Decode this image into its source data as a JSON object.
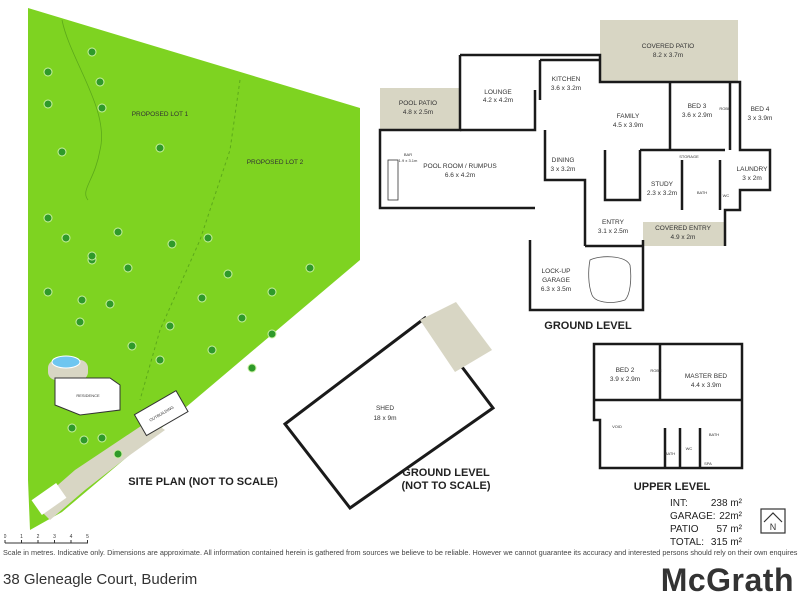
{
  "site_plan": {
    "heading": "SITE PLAN (NOT TO SCALE)",
    "lot1": "PROPOSED LOT 1",
    "lot2": "PROPOSED LOT 2",
    "residence": "RESIDENCE",
    "outbuilding": "OUTBUILDING"
  },
  "shed_plan": {
    "heading_line1": "GROUND LEVEL",
    "heading_line2": "(NOT TO SCALE)",
    "shed_name": "SHED",
    "shed_size": "18 x 9m"
  },
  "ground_level": {
    "heading": "GROUND LEVEL",
    "rooms": {
      "covered_patio": {
        "name": "COVERED PATIO",
        "size": "8.2 x 3.7m"
      },
      "lounge": {
        "name": "LOUNGE",
        "size": "4.2 x 4.2m"
      },
      "kitchen": {
        "name": "KITCHEN",
        "size": "3.6 x 3.2m"
      },
      "pool_patio": {
        "name": "POOL PATIO",
        "size": "4.8 x 2.5m"
      },
      "family": {
        "name": "FAMILY",
        "size": "4.5 x 3.9m"
      },
      "bed3": {
        "name": "BED 3",
        "size": "3.6 x 2.9m"
      },
      "bed4": {
        "name": "BED 4",
        "size": "3 x 3.9m"
      },
      "bar": {
        "name": "BAR",
        "size": "1.9 x 3.1m"
      },
      "pool_room": {
        "name": "POOL ROOM / RUMPUS",
        "size": "6.6 x 4.2m"
      },
      "dining": {
        "name": "DINING",
        "size": "3 x 3.2m"
      },
      "laundry": {
        "name": "LAUNDRY",
        "size": "3 x 2m"
      },
      "study": {
        "name": "STUDY",
        "size": "2.3 x 3.2m"
      },
      "entry": {
        "name": "ENTRY",
        "size": "3.1 x 2.5m"
      },
      "covered_entry": {
        "name": "COVERED ENTRY",
        "size": "4.9 x 2m"
      },
      "garage_line1": "LOCK-UP",
      "garage_line2": "GARAGE",
      "garage_size": "6.3 x 3.5m"
    },
    "small_labels": {
      "storage": "STORAGE",
      "bath": "BATH",
      "wc": "WC",
      "robe": "ROBE"
    }
  },
  "upper_level": {
    "heading": "UPPER LEVEL",
    "rooms": {
      "bed2": {
        "name": "BED 2",
        "size": "3.9 x 2.9m"
      },
      "master": {
        "name": "MASTER BED",
        "size": "4.4 x 3.9m"
      }
    },
    "small_labels": {
      "void": "VOID",
      "bath": "BATH",
      "wc": "WC",
      "spa": "SPA",
      "robe": "ROBE"
    }
  },
  "areas": [
    {
      "label": "INT:",
      "value": "238 m²"
    },
    {
      "label": "GARAGE:",
      "value": "22m²"
    },
    {
      "label": "PATIO",
      "value": "57 m²"
    },
    {
      "label": "TOTAL:",
      "value": "315 m²"
    }
  ],
  "scale_ticks": [
    "0",
    "1",
    "2",
    "3",
    "4",
    "5"
  ],
  "compass_label": "N",
  "disclaimer": "Scale in metres. Indicative only. Dimensions are approximate. All information contained herein is gathered from sources we believe to be reliable. However we cannot guarantee its accuracy and interested persons should rely on their own enquires",
  "address": "38 Gleneagle Court, Buderim",
  "brand": "McGrath",
  "colors": {
    "lawn": "#7ed321",
    "patio": "#d8d6c4",
    "wall": "#1a1a1a",
    "tree": "#2f9a2a"
  }
}
